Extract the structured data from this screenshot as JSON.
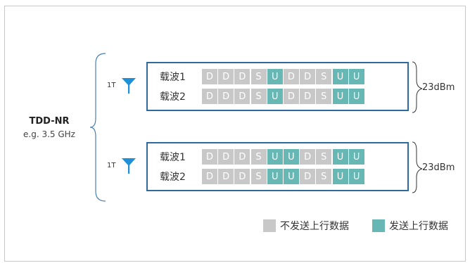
{
  "band": {
    "name": "TDD-NR",
    "frequency": "e.g. 3.5 GHz"
  },
  "groups": [
    {
      "tx_label": "1T",
      "power": "23dBm",
      "carriers": [
        {
          "label": "载波1",
          "slots": [
            "D",
            "D",
            "D",
            "S",
            "U",
            "D",
            "D",
            "S",
            "U",
            "U"
          ]
        },
        {
          "label": "载波2",
          "slots": [
            "D",
            "D",
            "D",
            "S",
            "U",
            "D",
            "D",
            "S",
            "U",
            "U"
          ]
        }
      ]
    },
    {
      "tx_label": "1T",
      "power": "23dBm",
      "carriers": [
        {
          "label": "载波1",
          "slots": [
            "D",
            "D",
            "D",
            "S",
            "U",
            "U",
            "D",
            "S",
            "U",
            "U"
          ]
        },
        {
          "label": "载波2",
          "slots": [
            "D",
            "D",
            "D",
            "S",
            "U",
            "U",
            "D",
            "S",
            "U",
            "U"
          ]
        }
      ]
    }
  ],
  "slot_highlight": [
    [
      [
        false,
        false,
        false,
        false,
        true,
        false,
        false,
        false,
        true,
        true
      ],
      [
        false,
        false,
        false,
        false,
        true,
        false,
        false,
        false,
        true,
        true
      ]
    ],
    [
      [
        false,
        false,
        false,
        false,
        true,
        true,
        false,
        false,
        true,
        true
      ],
      [
        false,
        false,
        false,
        false,
        true,
        true,
        false,
        false,
        true,
        true
      ]
    ]
  ],
  "legend": {
    "no_uplink": "不发送上行数据",
    "uplink": "发送上行数据"
  },
  "colors": {
    "no_uplink": "#c8c8c8",
    "uplink": "#67b7b4",
    "group_border": "#2e6a9f",
    "antenna": "#1f8fd6",
    "bracket": "#4a7fb0"
  }
}
